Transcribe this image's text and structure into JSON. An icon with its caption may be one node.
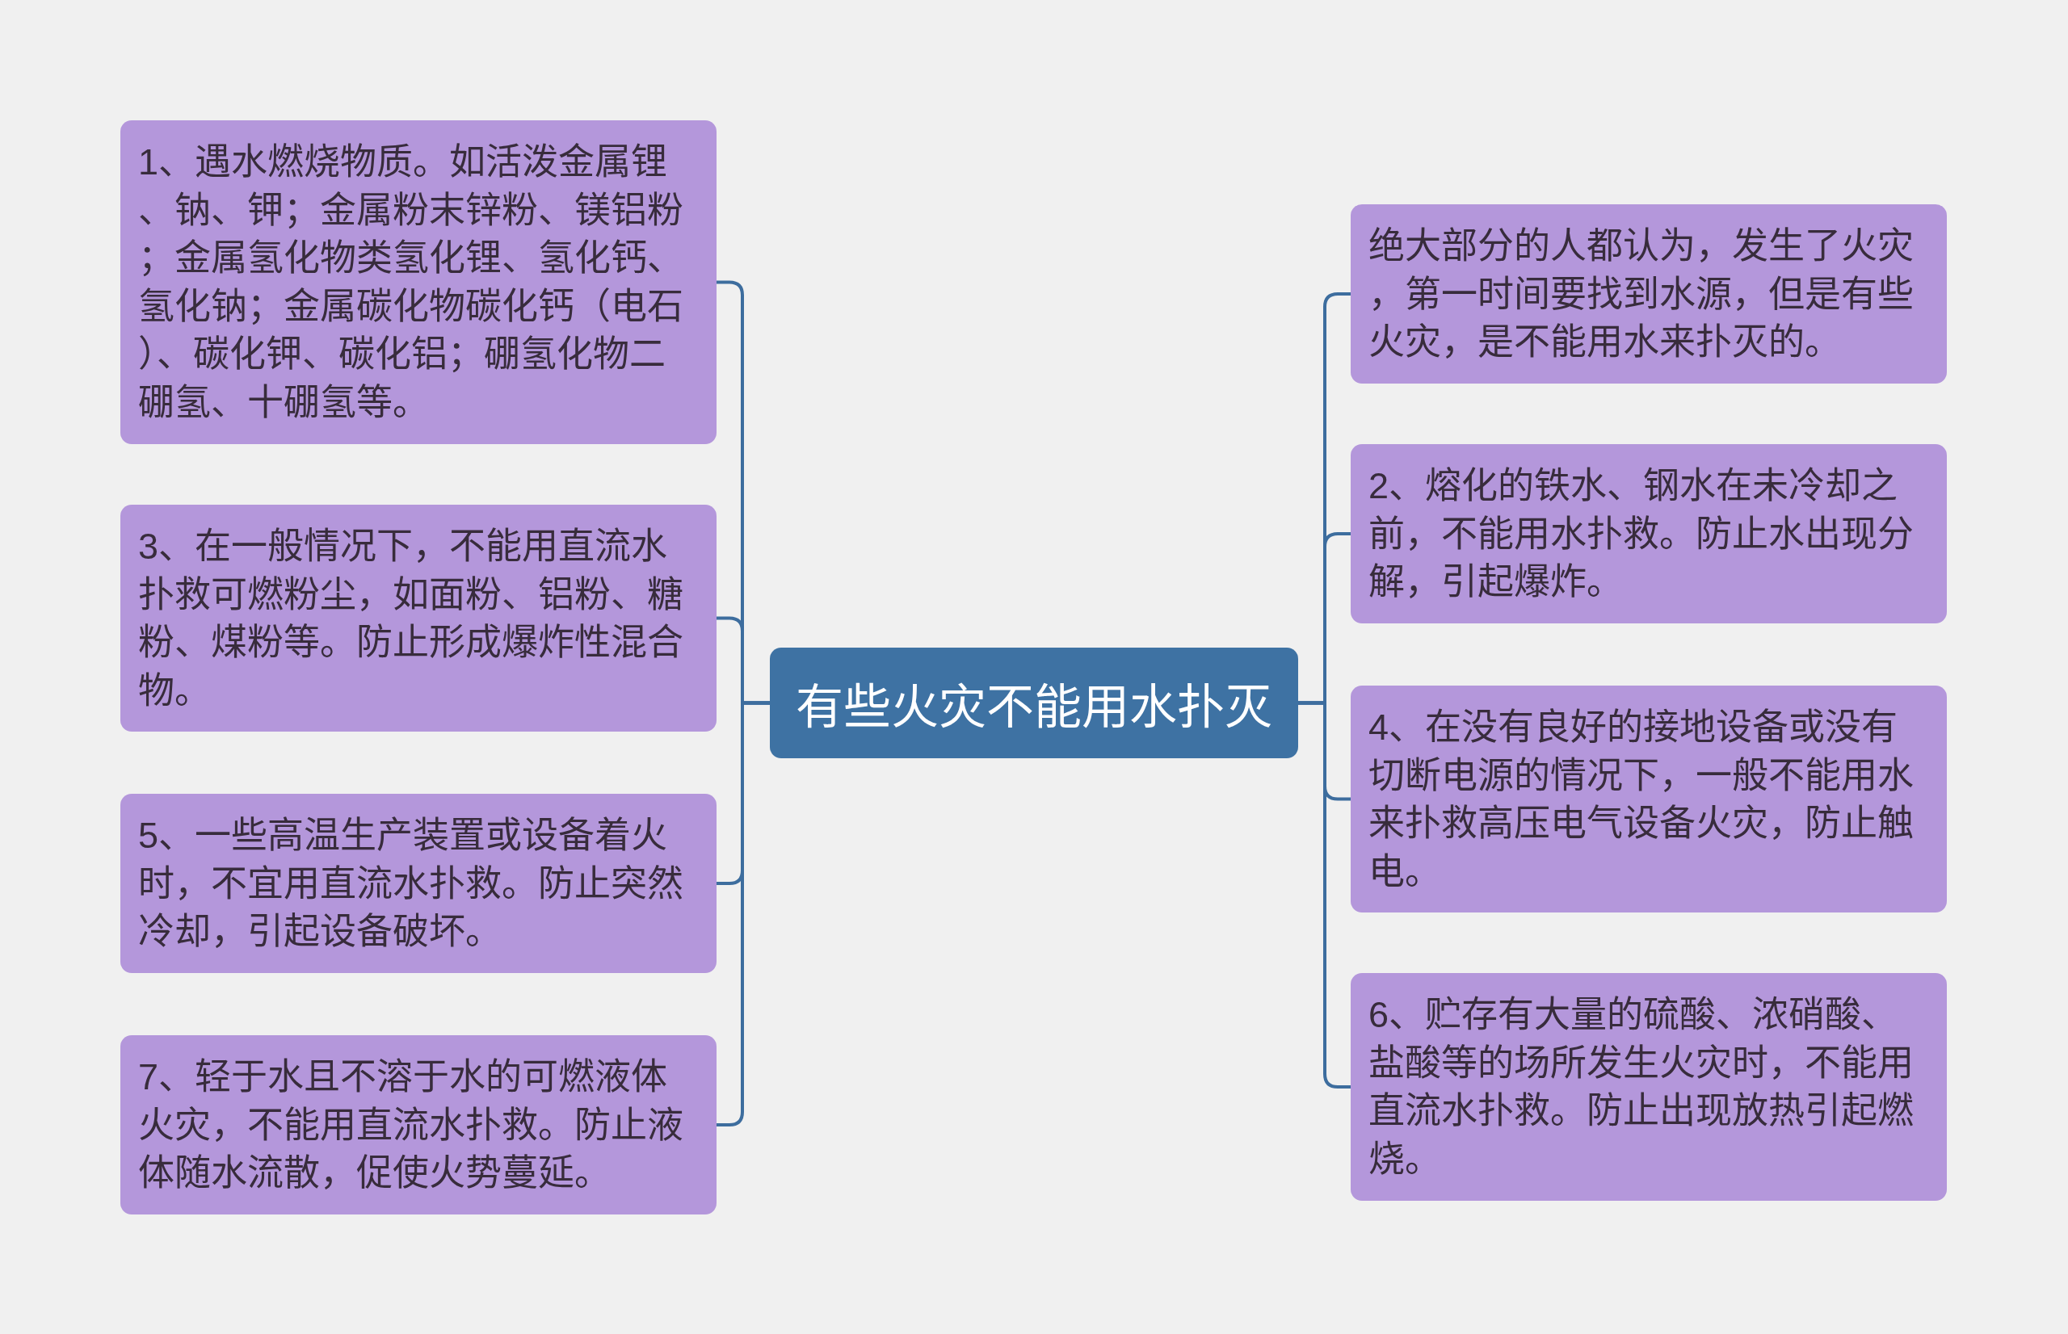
{
  "diagram": {
    "nodes": [
      {
        "text": [
          "有些火灾不能用水扑灭"
        ]
      },
      {
        "text": [
          "绝大部分的人都认为，发生了火灾，第一时间要找到水源，但是有些火灾，是不能用水来扑灭的。"
        ]
      },
      {
        "text": [
          "1、遇水燃烧物质。如活泼金属锂、钠、钾；金属粉末锌粉、镁铝粉；金属氢化物类氢化锂、氢化钙、氢化钠；金属碳化物碳化钙（电石）、碳化钾、碳化铝；硼氢化物二硼氢、十硼氢等。"
        ]
      },
      {
        "text": [
          "2、熔化的铁水、钢水在未冷却之前，不能用水扑救。防止水出现分解，引起爆炸。"
        ]
      },
      {
        "text": [
          "3、在一般情况下，不能用直流水扑救可燃粉尘，如面粉、铝粉、糖粉、煤粉等。防止形成爆炸性混合物。"
        ]
      },
      {
        "text": [
          "4、在没有良好的接地设备或没有切断电源的情况下，一般不能用水来扑救高压电气设备火灾，防止触电。"
        ]
      },
      {
        "text": [
          "5、一些高温生产装置或设备着火时，不宜用直流水扑救。防止突然冷却，引起设备破坏。"
        ]
      },
      {
        "text": [
          "6、贮存有大量的硫酸、浓硝酸、盐酸等的场所发生火灾时，不能用直流水扑救。防止出现放热引起燃烧。"
        ]
      },
      {
        "text": [
          "7、轻于水且不溶于水的可燃液体火灾，不能用直流水扑救。防止液体随水流散，促使火势蔓延。"
        ]
      }
    ],
    "edges": [
      {
        "from": 0,
        "to": 1,
        "arrow": "none"
      },
      {
        "from": 0,
        "to": 2,
        "arrow": "none"
      },
      {
        "from": 0,
        "to": 3,
        "arrow": "none"
      },
      {
        "from": 0,
        "to": 4,
        "arrow": "none"
      },
      {
        "from": 0,
        "to": 5,
        "arrow": "none"
      },
      {
        "from": 0,
        "to": 6,
        "arrow": "none"
      },
      {
        "from": 0,
        "to": 7,
        "arrow": "none"
      },
      {
        "from": 0,
        "to": 8,
        "arrow": "none"
      }
    ]
  }
}
